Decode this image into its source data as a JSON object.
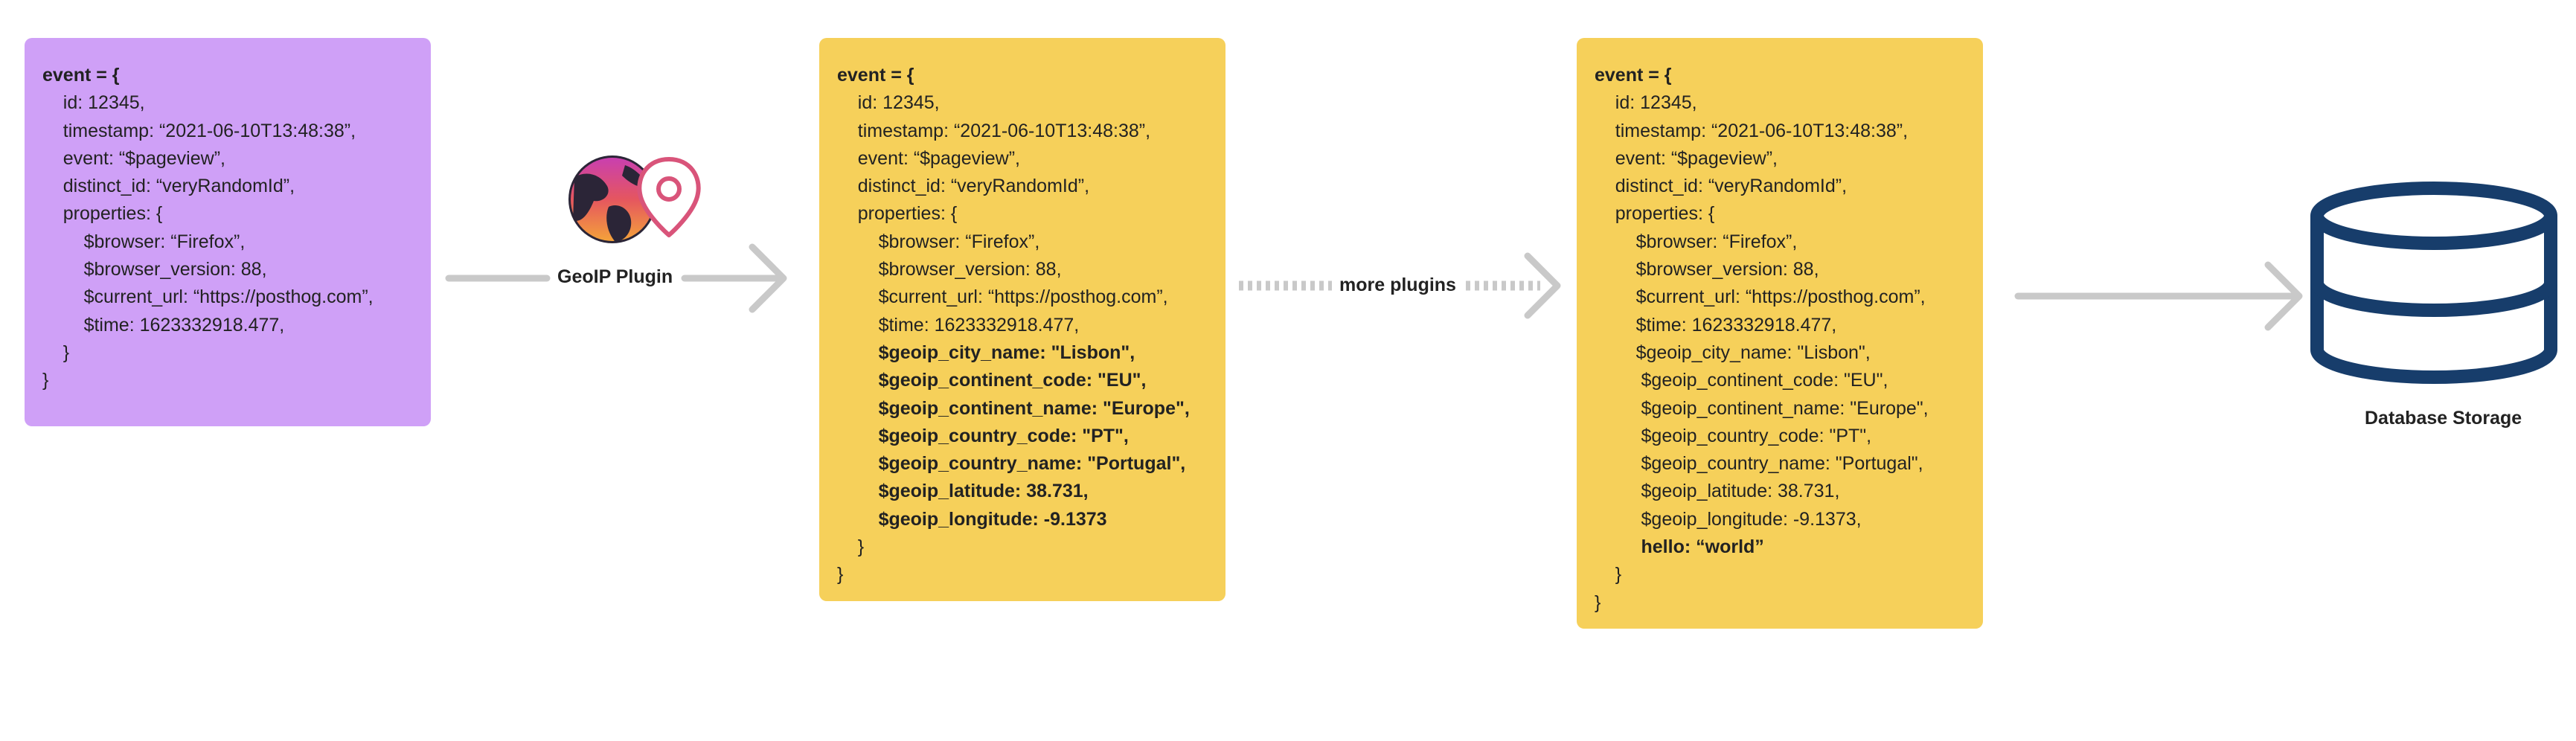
{
  "box1": {
    "lines": [
      {
        "text": "event = {",
        "bold": true
      },
      {
        "text": "    id: 12345,"
      },
      {
        "text": "    timestamp: “2021-06-10T13:48:38”,"
      },
      {
        "text": "    event: “$pageview”,"
      },
      {
        "text": "    distinct_id: “veryRandomId”,"
      },
      {
        "text": "    properties: {"
      },
      {
        "text": "        $browser: “Firefox”,"
      },
      {
        "text": "        $browser_version: 88,"
      },
      {
        "text": "        $current_url: “https://posthog.com”,"
      },
      {
        "text": "        $time: 1623332918.477,"
      },
      {
        "text": "    }"
      },
      {
        "text": "}"
      }
    ]
  },
  "box2": {
    "lines": [
      {
        "text": "event = {",
        "bold": true
      },
      {
        "text": "    id: 12345,"
      },
      {
        "text": "    timestamp: “2021-06-10T13:48:38”,"
      },
      {
        "text": "    event: “$pageview”,"
      },
      {
        "text": "    distinct_id: “veryRandomId”,"
      },
      {
        "text": "    properties: {"
      },
      {
        "text": "        $browser: “Firefox”,"
      },
      {
        "text": "        $browser_version: 88,"
      },
      {
        "text": "        $current_url: “https://posthog.com”,"
      },
      {
        "text": "        $time: 1623332918.477,"
      },
      {
        "text": "        $geoip_city_name: \"Lisbon\",",
        "bold": true
      },
      {
        "text": "        $geoip_continent_code: \"EU\",",
        "bold": true
      },
      {
        "text": "        $geoip_continent_name: \"Europe\",",
        "bold": true
      },
      {
        "text": "        $geoip_country_code: \"PT\",",
        "bold": true
      },
      {
        "text": "        $geoip_country_name: \"Portugal\",",
        "bold": true
      },
      {
        "text": "        $geoip_latitude: 38.731,",
        "bold": true
      },
      {
        "text": "        $geoip_longitude: -9.1373",
        "bold": true
      },
      {
        "text": "    }"
      },
      {
        "text": "}"
      }
    ]
  },
  "box3": {
    "lines": [
      {
        "text": "event = {",
        "bold": true
      },
      {
        "text": "    id: 12345,"
      },
      {
        "text": "    timestamp: “2021-06-10T13:48:38”,"
      },
      {
        "text": "    event: “$pageview”,"
      },
      {
        "text": "    distinct_id: “veryRandomId”,"
      },
      {
        "text": "    properties: {"
      },
      {
        "text": "        $browser: “Firefox”,"
      },
      {
        "text": "        $browser_version: 88,"
      },
      {
        "text": "        $current_url: “https://posthog.com”,"
      },
      {
        "text": "        $time: 1623332918.477,"
      },
      {
        "text": "        $geoip_city_name: \"Lisbon\","
      },
      {
        "text": "         $geoip_continent_code: \"EU\","
      },
      {
        "text": "         $geoip_continent_name: \"Europe\","
      },
      {
        "text": "         $geoip_country_code: \"PT\","
      },
      {
        "text": "         $geoip_country_name: \"Portugal\","
      },
      {
        "text": "         $geoip_latitude: 38.731,"
      },
      {
        "text": "         $geoip_longitude: -9.1373,"
      },
      {
        "text": "         hello: “world”",
        "bold": true
      },
      {
        "text": "    }"
      },
      {
        "text": "}"
      }
    ]
  },
  "labels": {
    "geoip_plugin": "GeoIP Plugin",
    "more_plugins": "more plugins",
    "database_storage": "Database Storage"
  },
  "colors": {
    "purple_box": "#cfa0f7",
    "yellow_box": "#f6d05a",
    "arrow": "#c9c9c9",
    "database": "#173d6b",
    "pin": "#d9547a"
  },
  "icons": {
    "plugin_icon": "globe-location-pin-icon",
    "storage_icon": "database-icon"
  }
}
